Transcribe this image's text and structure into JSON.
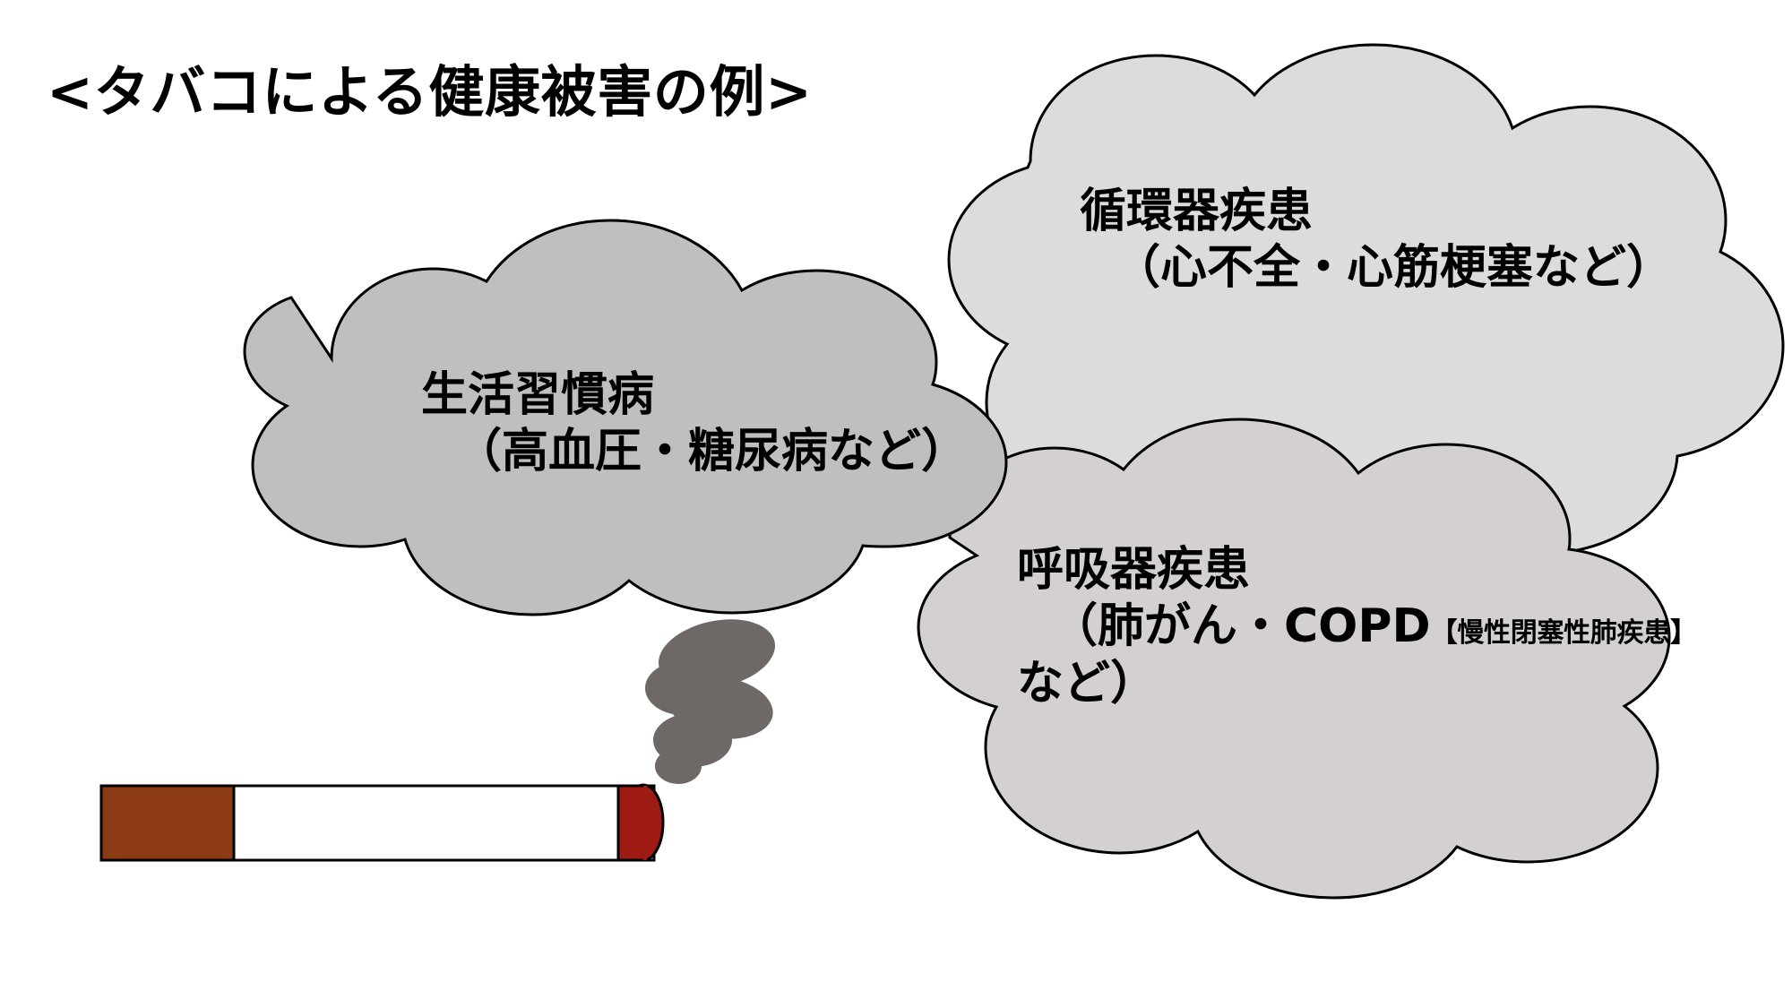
{
  "slide": {
    "title": "<タバコによる健康被害の例>",
    "background_color": "#ffffff",
    "text_color": "#000000"
  },
  "clouds": [
    {
      "id": "cardiovascular",
      "name": "循環器疾患",
      "line1": "循環器疾患",
      "line2": "（心不全・心筋梗塞など）",
      "fill_color": "#dcdcdc",
      "outline_color": "#000000"
    },
    {
      "id": "lifestyle",
      "name": "生活習慣病",
      "line1": "生活習慣病",
      "line2": "（高血圧・糖尿病など）",
      "fill_color": "#bfbfbf",
      "outline_color": "#000000"
    },
    {
      "id": "respiratory",
      "name": "呼吸器疾患",
      "line1": "呼吸器疾患",
      "line2_prefix": "（肺がん・COPD",
      "line2_bracket": "【慢性閉塞性肺疾患】",
      "line3": "など）",
      "fill_color": "#d4d0d0",
      "outline_color": "#000000"
    }
  ],
  "cigarette": {
    "label": "cigarette",
    "filter_color": "#8c3a14",
    "body_color": "#ffffff",
    "ember_color": "#9e1b13",
    "outline_color": "#000000",
    "smoke_color": "#6e6866"
  }
}
